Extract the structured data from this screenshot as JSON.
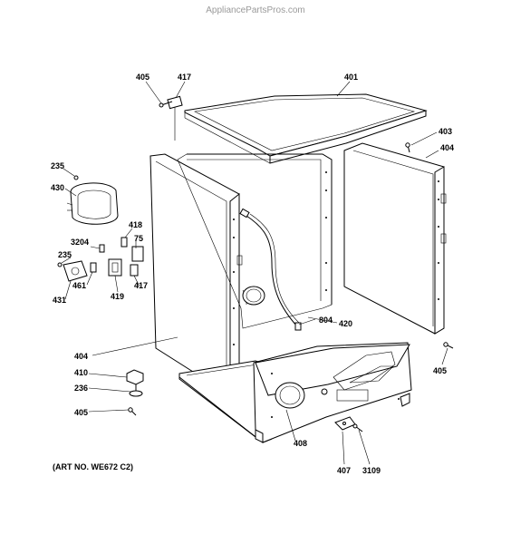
{
  "watermark": "AppliancePartsPros.com",
  "art_number": "(ART NO. WE672 C2)",
  "parts": [
    {
      "id": "p405a",
      "label": "405"
    },
    {
      "id": "p417a",
      "label": "417"
    },
    {
      "id": "p401",
      "label": "401"
    },
    {
      "id": "p403",
      "label": "403"
    },
    {
      "id": "p404a",
      "label": "404"
    },
    {
      "id": "p235a",
      "label": "235"
    },
    {
      "id": "p430",
      "label": "430"
    },
    {
      "id": "p418",
      "label": "418"
    },
    {
      "id": "p75",
      "label": "75"
    },
    {
      "id": "p3204",
      "label": "3204"
    },
    {
      "id": "p235b",
      "label": "235"
    },
    {
      "id": "p461",
      "label": "461"
    },
    {
      "id": "p419",
      "label": "419"
    },
    {
      "id": "p417b",
      "label": "417"
    },
    {
      "id": "p431",
      "label": "431"
    },
    {
      "id": "p804",
      "label": "804"
    },
    {
      "id": "p420",
      "label": "420"
    },
    {
      "id": "p404b",
      "label": "404"
    },
    {
      "id": "p405b",
      "label": "405"
    },
    {
      "id": "p410",
      "label": "410"
    },
    {
      "id": "p236",
      "label": "236"
    },
    {
      "id": "p405c",
      "label": "405"
    },
    {
      "id": "p408",
      "label": "408"
    },
    {
      "id": "p407",
      "label": "407"
    },
    {
      "id": "p3109",
      "label": "3109"
    }
  ]
}
